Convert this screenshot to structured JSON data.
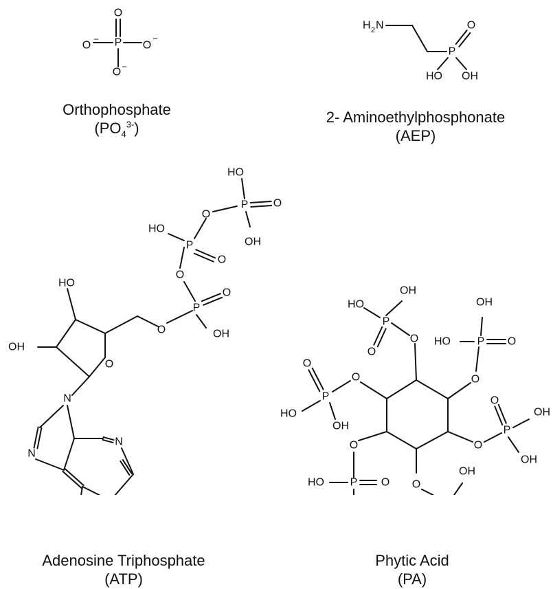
{
  "molecules": [
    {
      "id": "orthophosphate",
      "name": "Orthophosphate",
      "abbr_main": "PO",
      "abbr_sub": "4",
      "abbr_sup": "3-"
    },
    {
      "id": "aep",
      "name": "2- Aminoethylphosphonate",
      "abbr": "(AEP)"
    },
    {
      "id": "atp",
      "name": "Adenosine Triphosphate",
      "abbr": "(ATP)"
    },
    {
      "id": "pa",
      "name": "Phytic Acid",
      "abbr": "(PA)"
    }
  ],
  "colors": {
    "ink": "#111111",
    "background": "#ffffff"
  }
}
